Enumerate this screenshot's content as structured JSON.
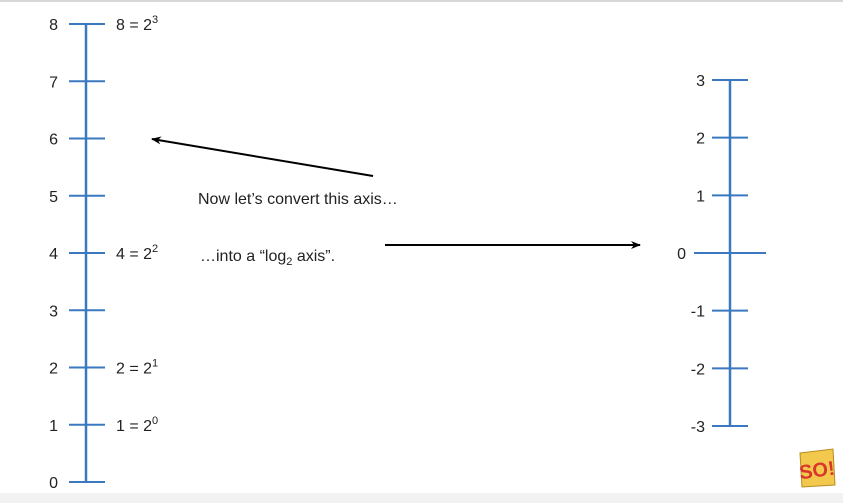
{
  "colors": {
    "axis": "#3a78bf",
    "text": "#222222",
    "arrow": "#000000",
    "logo_bg": "#f2c94c",
    "logo_text": "#d9372b"
  },
  "left_axis": {
    "ticks": [
      "0",
      "1",
      "2",
      "3",
      "4",
      "5",
      "6",
      "7",
      "8"
    ],
    "powers": [
      {
        "value": 1,
        "base": "1 = 2",
        "exp": "0"
      },
      {
        "value": 2,
        "base": "2 = 2",
        "exp": "1"
      },
      {
        "value": 4,
        "base": "4 = 2",
        "exp": "2"
      },
      {
        "value": 8,
        "base": "8 = 2",
        "exp": "3"
      }
    ]
  },
  "right_axis": {
    "ticks": [
      "-3",
      "-2",
      "-1",
      "0",
      "1",
      "2",
      "3"
    ]
  },
  "annotations": {
    "line1": "Now let’s convert this axis…",
    "line2_pre": "…into a “log",
    "line2_sub": "2",
    "line2_post": " axis”."
  },
  "logo": {
    "icon": "so-logo-icon",
    "text": "SO!"
  }
}
